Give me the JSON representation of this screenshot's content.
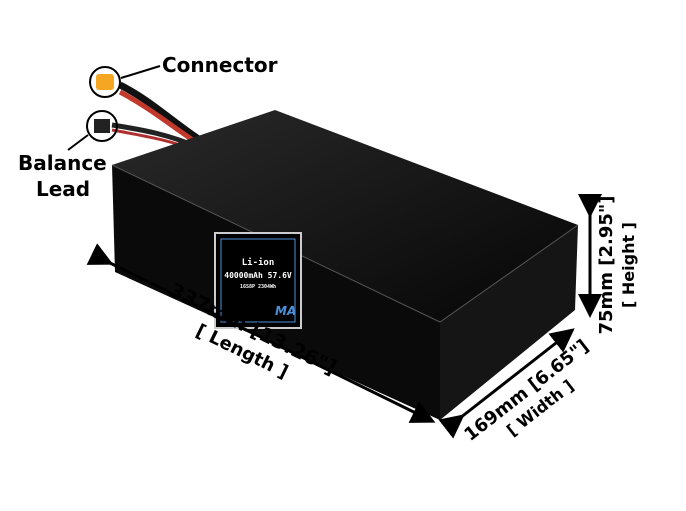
{
  "callouts": {
    "connector": "Connector",
    "balance_line1": "Balance",
    "balance_line2": "Lead"
  },
  "dimensions": {
    "length_value": "337mm [13.26\"]",
    "length_label": "[ Length ]",
    "width_value": "169mm [6.65\"]",
    "width_label": "[ Width ]",
    "height_value": "75mm [2.95\"]",
    "height_label": "[ Height ]"
  },
  "battery_label": {
    "chemistry": "Li-ion",
    "capacity_voltage": "40000mAh 57.6V",
    "config_energy": "16S8P 2304Wh"
  },
  "colors": {
    "battery": "#0a0a0a",
    "connector": "#f5a623",
    "wire_red": "#c0392b"
  }
}
